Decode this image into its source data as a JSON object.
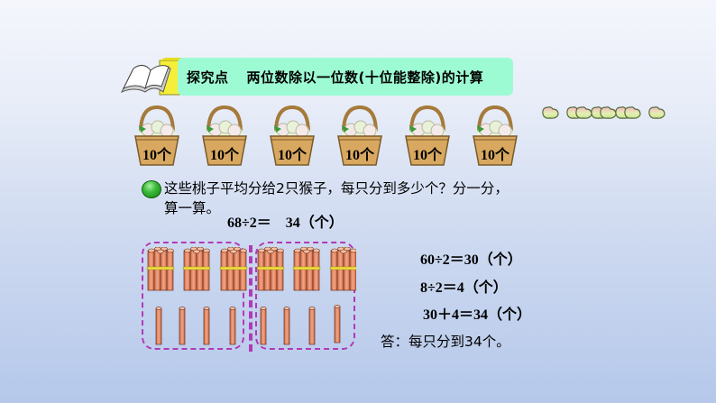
{
  "title_bar": {
    "label": "探究点",
    "topic": "两位数除以一位数(十位能整除)的计算",
    "bg_color": "#9dfbd4"
  },
  "icons": {
    "book": "open-book-icon",
    "bullet": "green-circle-bullet-icon"
  },
  "baskets": [
    {
      "label": "10个"
    },
    {
      "label": "10个"
    },
    {
      "label": "10个"
    },
    {
      "label": "10个"
    },
    {
      "label": "10个"
    },
    {
      "label": "10个"
    }
  ],
  "loose_peaches": {
    "count": 8,
    "columns": 2,
    "rows": 4
  },
  "question": {
    "line1": "这些桃子平均分给2只猴子，每只分到多少个？分一分，",
    "line2": "算一算。"
  },
  "main_equation": "68÷2＝　34（个）",
  "sticks": {
    "groups": 2,
    "bundles_per_group": 3,
    "singles_per_group": 4,
    "border_color": "#b03ab8",
    "stick_color": "#f0906a"
  },
  "steps": [
    "60÷2＝30（个）",
    "8÷2＝4（个）",
    "30＋4＝34（个）"
  ],
  "answer": "答：每只分到34个。"
}
